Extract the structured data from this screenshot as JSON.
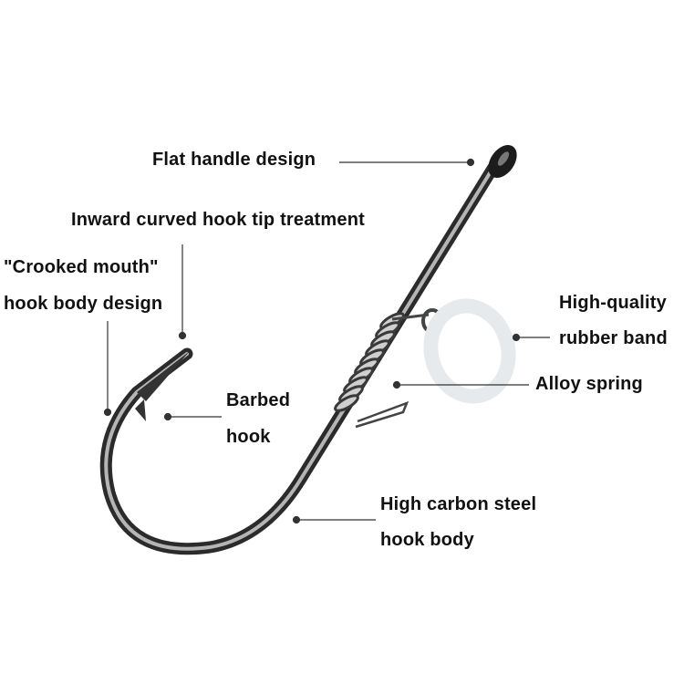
{
  "labels": {
    "flat_handle": "Flat handle design",
    "inward_tip": "Inward curved hook tip treatment",
    "crooked_line1": "\"Crooked mouth\"",
    "crooked_line2": "hook body design",
    "barbed_line1": "Barbed",
    "barbed_line2": "hook",
    "rubber_line1": "High-quality",
    "rubber_line2": "rubber band",
    "spring": "Alloy spring",
    "steel_line1": "High carbon steel",
    "steel_line2": "hook body"
  },
  "colors": {
    "text": "#111111",
    "leader": "#333333",
    "hook_dark": "#2a2a2a",
    "hook_light": "#9a9a9a",
    "band": "#e8ecee"
  }
}
